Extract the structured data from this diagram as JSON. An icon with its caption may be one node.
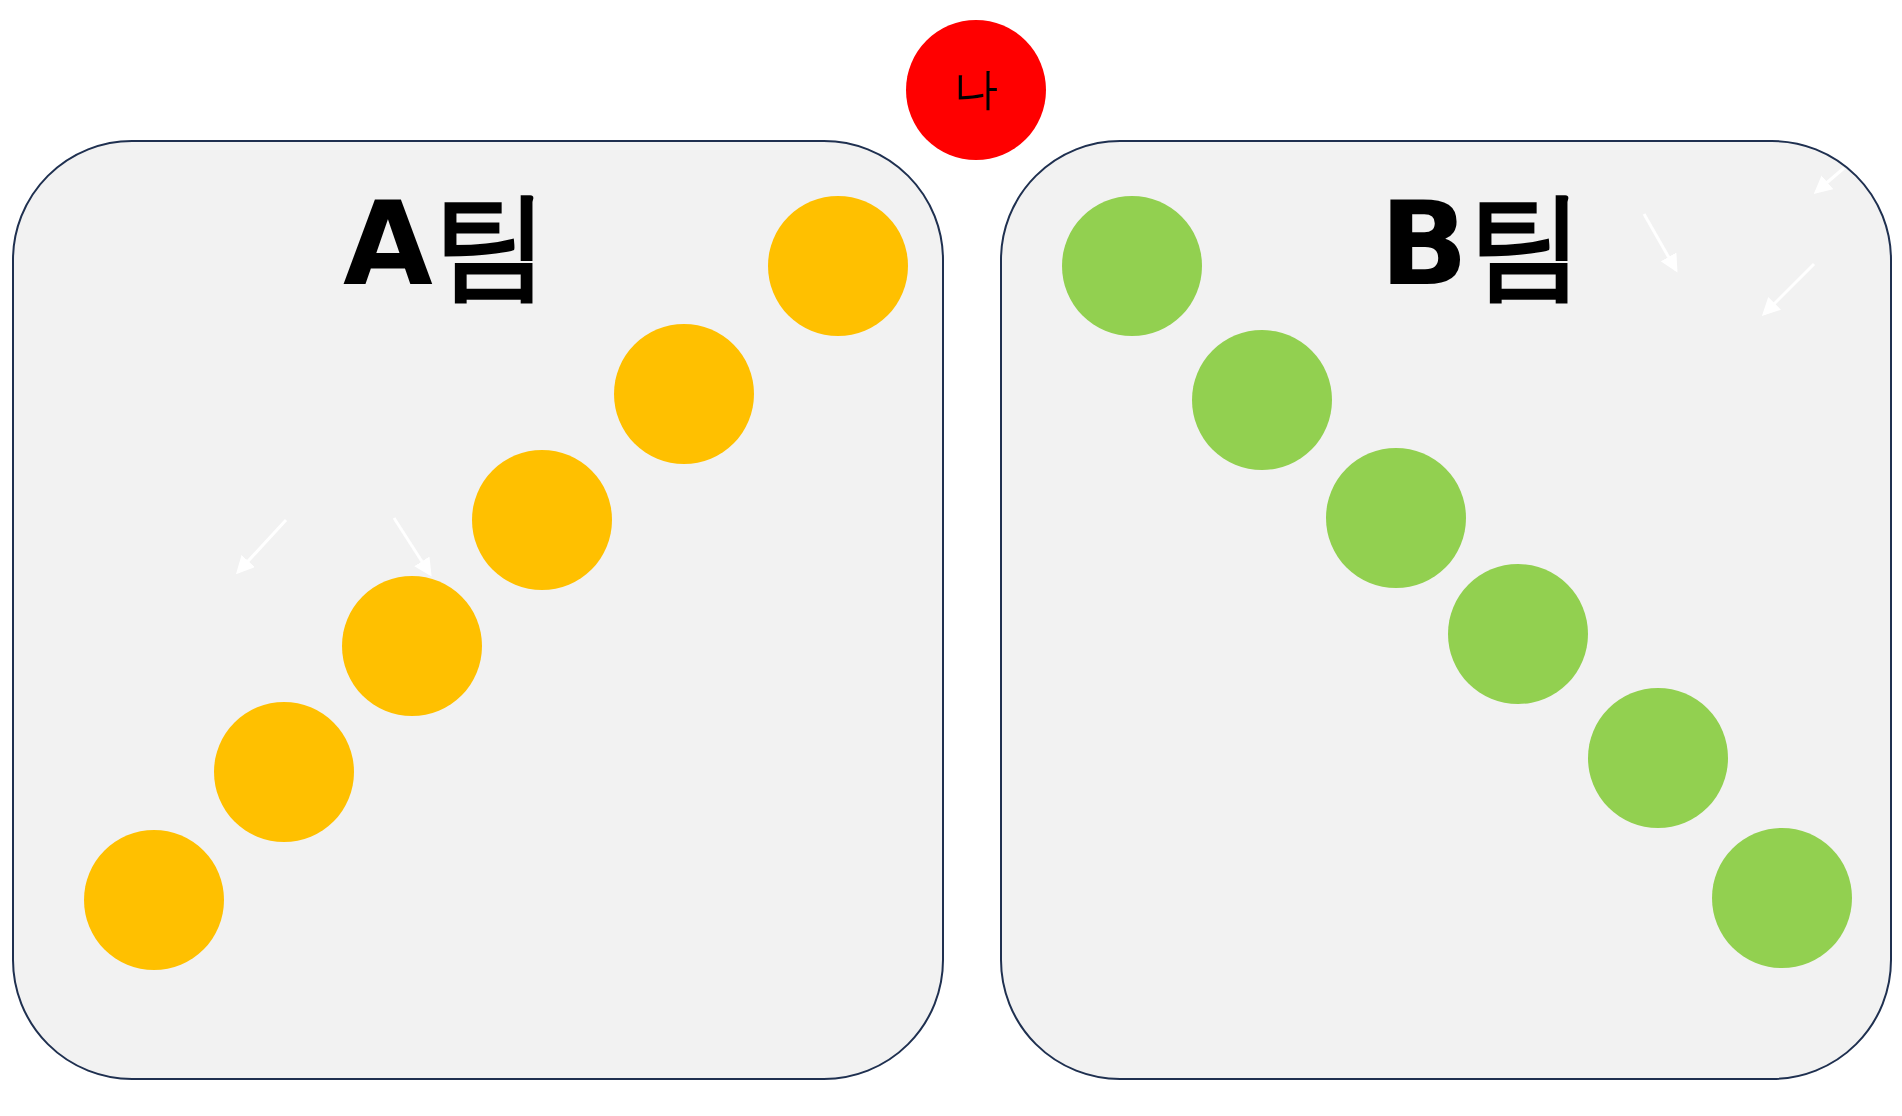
{
  "diagram": {
    "nodes": [
      {
        "text": [
          "나"
        ]
      },
      {
        "text": [
          "A팀"
        ]
      },
      {
        "text": [],
        "shape": "circle",
        "in": 1
      },
      {
        "text": [],
        "shape": "circle",
        "in": 1
      },
      {
        "text": [],
        "shape": "circle",
        "in": 1
      },
      {
        "text": [],
        "shape": "circle",
        "in": 1
      },
      {
        "text": [],
        "shape": "circle",
        "in": 1
      },
      {
        "text": [],
        "shape": "circle",
        "in": 1
      },
      {
        "text": [
          "B팀"
        ]
      },
      {
        "text": [],
        "shape": "circle",
        "in": 8
      },
      {
        "text": [],
        "shape": "circle",
        "in": 8
      },
      {
        "text": [],
        "shape": "circle",
        "in": 8
      },
      {
        "text": [],
        "shape": "circle",
        "in": 8
      },
      {
        "text": [],
        "shape": "circle",
        "in": 8
      },
      {
        "text": [],
        "shape": "circle",
        "in": 8
      }
    ]
  }
}
